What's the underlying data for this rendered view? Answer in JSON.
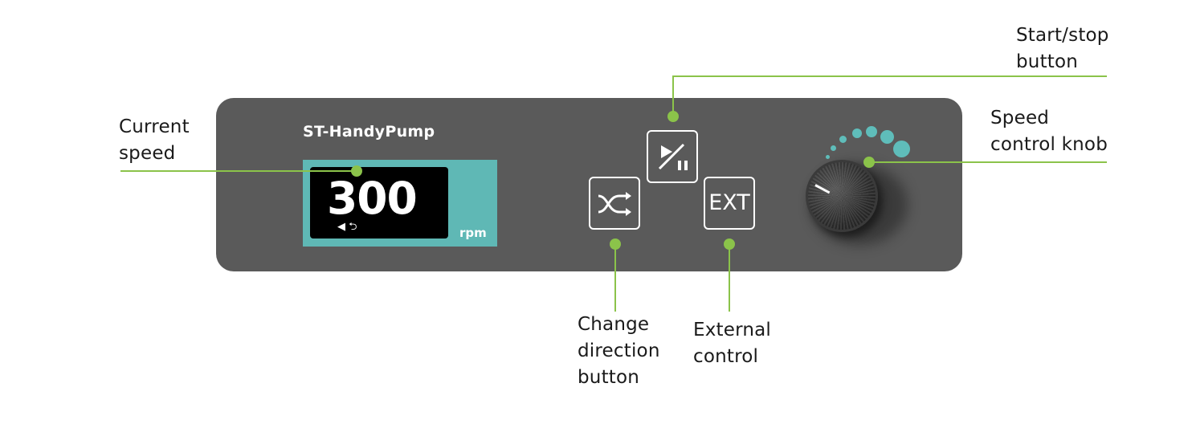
{
  "device": {
    "model_name": "ST-HandyPump",
    "speed_value": "300",
    "speed_unit": "rpm",
    "direction_indicator": "◀ ⮌",
    "ext_button_label": "EXT"
  },
  "callouts": {
    "current_speed": "Current\nspeed",
    "start_stop": "Start/stop\nbutton",
    "speed_knob": "Speed\ncontrol knob",
    "change_direction": "Change\ndirection\nbutton",
    "external_control": "External\ncontrol"
  },
  "icons": {
    "start_stop_button": "play-pause-icon",
    "change_direction_button": "shuffle-arrows-icon",
    "speed_knob": "rotary-knob",
    "speed_indicator": "increasing-dots-icon"
  },
  "colors": {
    "panel": "#5a5a5a",
    "display_accent": "#5fb8b5",
    "callout_line": "#8bc34a",
    "speed_dots": "#5fbdba"
  }
}
